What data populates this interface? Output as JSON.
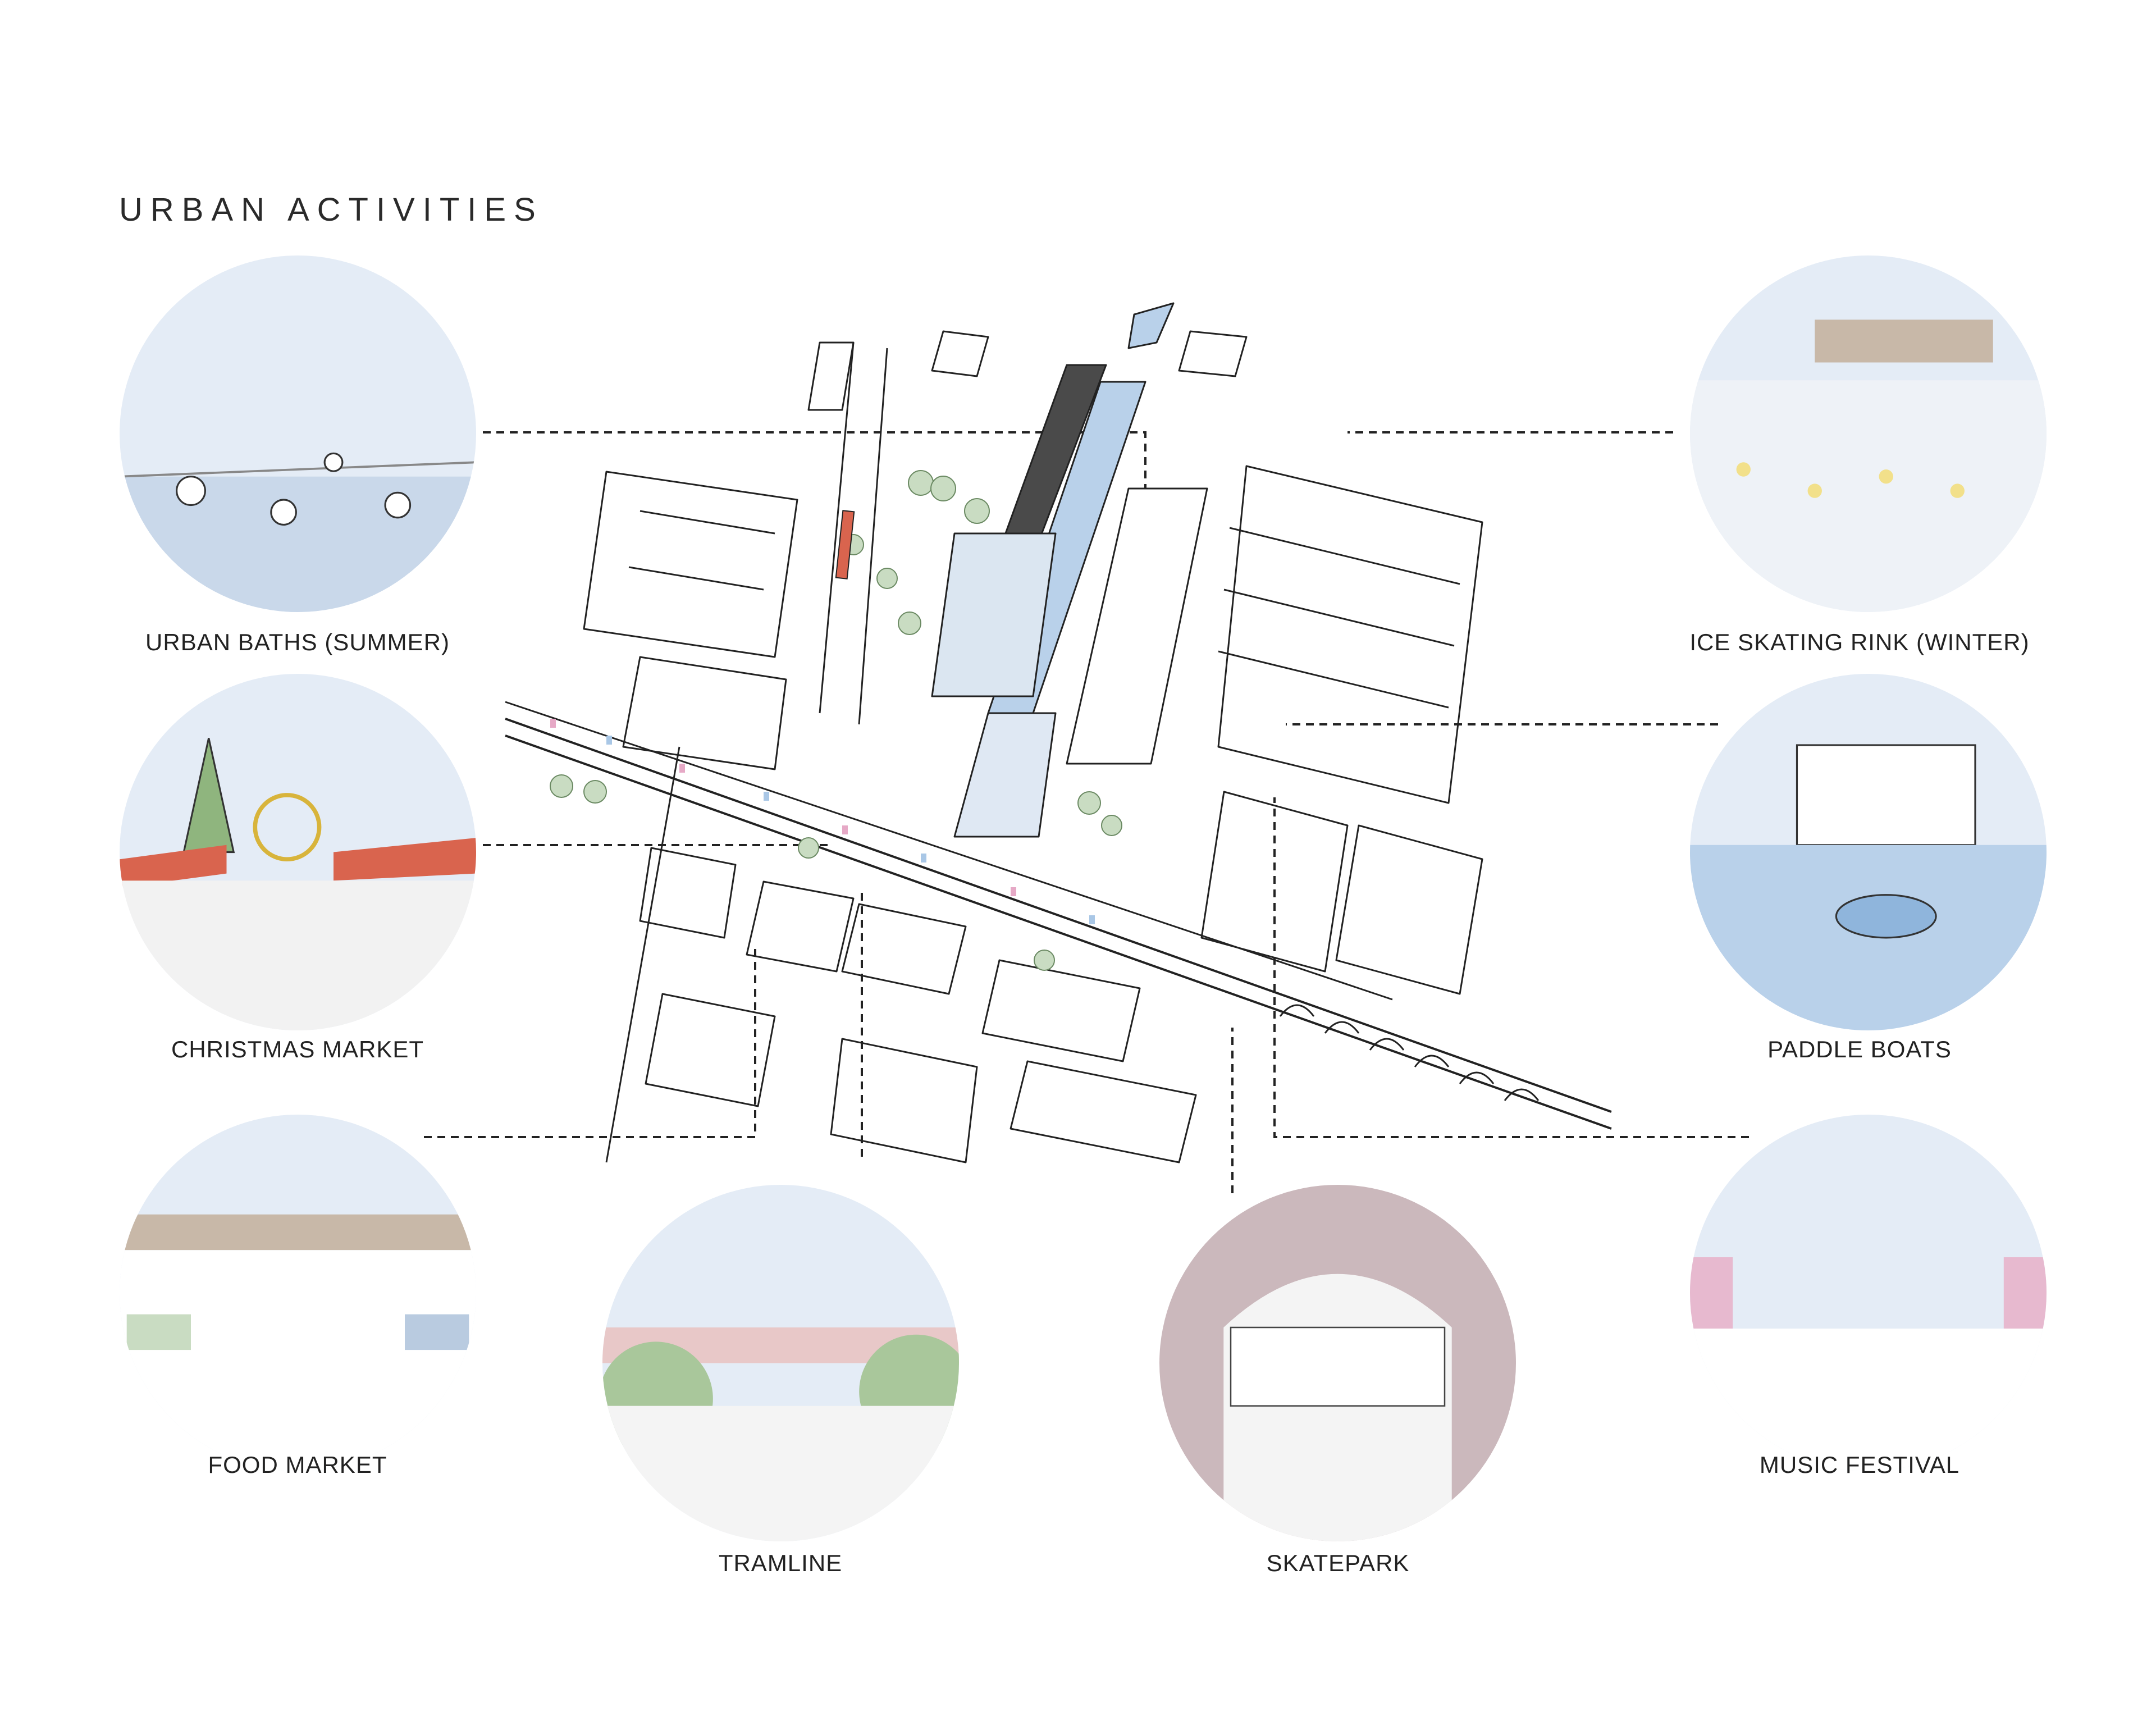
{
  "title": "URBAN ACTIVITIES",
  "activities": [
    {
      "id": "baths",
      "label": "URBAN BATHS (SUMMER)"
    },
    {
      "id": "christmas",
      "label": "CHRISTMAS MARKET"
    },
    {
      "id": "food",
      "label": "FOOD MARKET"
    },
    {
      "id": "tramline",
      "label": "TRAMLINE"
    },
    {
      "id": "skatepark",
      "label": "SKATEPARK"
    },
    {
      "id": "music",
      "label": "MUSIC FESTIVAL"
    },
    {
      "id": "paddle",
      "label": "PADDLE BOATS"
    },
    {
      "id": "ice",
      "label": "ICE SKATING RINK (WINTER)"
    }
  ],
  "colors": {
    "sky": "#dfe8f3",
    "water": "#b9d1ea",
    "greenery": "#c9dcc2",
    "tent_red": "#d9644e",
    "arch": "#cbb8bc",
    "line": "#222222",
    "dark_roof": "#4a4a4a"
  }
}
